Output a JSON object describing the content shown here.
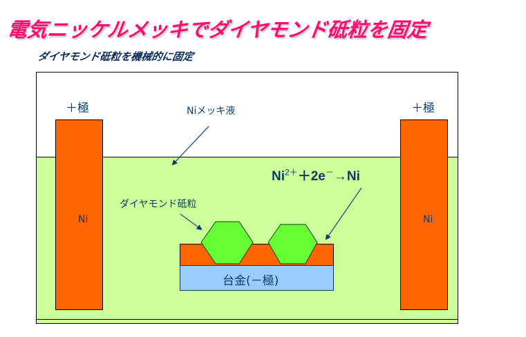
{
  "title": "電気ニッケルメッキでダイヤモンド砥粒を固定",
  "subtitle": "ダイヤモンド砥粒を機械的に固定",
  "colors": {
    "title": "#ff0d73",
    "subtitle": "#0d2a5c",
    "label_text": "#0d3a6e",
    "plating_liquid": "#ccff99",
    "electrode": "#ff6600",
    "nickel_layer": "#ff6600",
    "diamond_grain": "#66ff33",
    "substrate": "#99ccff",
    "outline": "#000000"
  },
  "diagram": {
    "left_electrode": {
      "polarity_label": "＋極",
      "material_label": "Ni"
    },
    "right_electrode": {
      "polarity_label": "＋極",
      "material_label": "Ni"
    },
    "liquid_label": "Niメッキ液",
    "grain_label": "ダイヤモンド砥粒",
    "substrate_label": "台金(－極)",
    "reaction": {
      "ion": "Ni",
      "charge": "2＋",
      "plus_electrons": "＋2e",
      "electron_sign": "－",
      "arrow_product": "→Ni"
    }
  }
}
